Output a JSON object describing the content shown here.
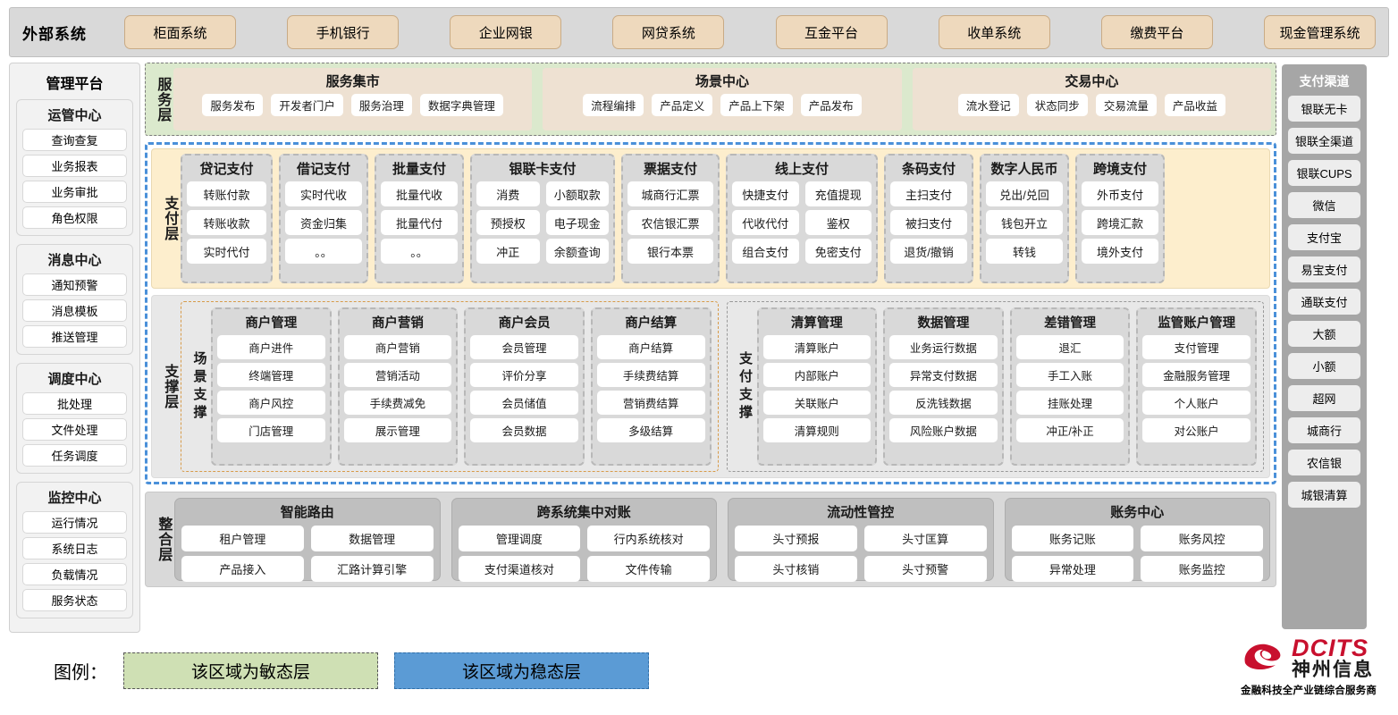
{
  "external_bar": {
    "title": "外部系统",
    "items": [
      "柜面系统",
      "手机银行",
      "企业网银",
      "网贷系统",
      "互金平台",
      "收单系统",
      "缴费平台",
      "现金管理系统"
    ]
  },
  "left_sidebar": {
    "title": "管理平台",
    "groups": [
      {
        "title": "运管中心",
        "items": [
          "查询查复",
          "业务报表",
          "业务审批",
          "角色权限"
        ]
      },
      {
        "title": "消息中心",
        "items": [
          "通知预警",
          "消息模板",
          "推送管理"
        ]
      },
      {
        "title": "调度中心",
        "items": [
          "批处理",
          "文件处理",
          "任务调度"
        ]
      },
      {
        "title": "监控中心",
        "items": [
          "运行情况",
          "系统日志",
          "负载情况",
          "服务状态"
        ]
      }
    ]
  },
  "right_sidebar": {
    "title": "支付渠道",
    "items": [
      "银联无卡",
      "银联全渠道",
      "银联CUPS",
      "微信",
      "支付宝",
      "易宝支付",
      "通联支付",
      "大额",
      "小额",
      "超网",
      "城商行",
      "农信银",
      "城银清算"
    ]
  },
  "service_layer": {
    "label": "服务层",
    "cards": [
      {
        "title": "服务集市",
        "items": [
          "服务发布",
          "开发者门户",
          "服务治理",
          "数据字典管理"
        ]
      },
      {
        "title": "场景中心",
        "items": [
          "流程编排",
          "产品定义",
          "产品上下架",
          "产品发布"
        ]
      },
      {
        "title": "交易中心",
        "items": [
          "流水登记",
          "状态同步",
          "交易流量",
          "产品收益"
        ]
      }
    ]
  },
  "payment_layer": {
    "label": "支付层",
    "groups": [
      {
        "title": "贷记支付",
        "cols": 1,
        "items": [
          "转账付款",
          "转账收款",
          "实时代付"
        ]
      },
      {
        "title": "借记支付",
        "cols": 1,
        "items": [
          "实时代收",
          "资金归集",
          "。。"
        ]
      },
      {
        "title": "批量支付",
        "cols": 1,
        "items": [
          "批量代收",
          "批量代付",
          "。。"
        ]
      },
      {
        "title": "银联卡支付",
        "cols": 2,
        "items": [
          "消费",
          "小额取款",
          "预授权",
          "电子现金",
          "冲正",
          "余额查询"
        ]
      },
      {
        "title": "票据支付",
        "cols": 1,
        "items": [
          "城商行汇票",
          "农信银汇票",
          "银行本票"
        ]
      },
      {
        "title": "线上支付",
        "cols": 2,
        "items": [
          "快捷支付",
          "充值提现",
          "代收代付",
          "鉴权",
          "组合支付",
          "免密支付"
        ]
      },
      {
        "title": "条码支付",
        "cols": 1,
        "items": [
          "主扫支付",
          "被扫支付",
          "退货/撤销"
        ]
      },
      {
        "title": "数字人民币",
        "cols": 1,
        "items": [
          "兑出/兑回",
          "钱包开立",
          "转钱"
        ]
      },
      {
        "title": "跨境支付",
        "cols": 1,
        "items": [
          "外币支付",
          "跨境汇款",
          "境外支付"
        ]
      }
    ]
  },
  "support_layer": {
    "label": "支撑层",
    "panels": [
      {
        "label": "场景支撑",
        "columns": [
          {
            "title": "商户管理",
            "items": [
              "商户进件",
              "终端管理",
              "商户风控",
              "门店管理"
            ]
          },
          {
            "title": "商户营销",
            "items": [
              "商户营销",
              "营销活动",
              "手续费减免",
              "展示管理"
            ]
          },
          {
            "title": "商户会员",
            "items": [
              "会员管理",
              "评价分享",
              "会员储值",
              "会员数据"
            ]
          },
          {
            "title": "商户结算",
            "items": [
              "商户结算",
              "手续费结算",
              "营销费结算",
              "多级结算"
            ]
          }
        ]
      },
      {
        "label": "支付支撑",
        "columns": [
          {
            "title": "清算管理",
            "items": [
              "清算账户",
              "内部账户",
              "关联账户",
              "清算规则"
            ]
          },
          {
            "title": "数据管理",
            "items": [
              "业务运行数据",
              "异常支付数据",
              "反洗钱数据",
              "风险账户数据"
            ]
          },
          {
            "title": "差错管理",
            "items": [
              "退汇",
              "手工入账",
              "挂账处理",
              "冲正/补正"
            ]
          },
          {
            "title": "监管账户管理",
            "items": [
              "支付管理",
              "金融服务管理",
              "个人账户",
              "对公账户"
            ]
          }
        ]
      }
    ]
  },
  "integration_layer": {
    "label": "整合层",
    "cards": [
      {
        "title": "智能路由",
        "items": [
          "租户管理",
          "数据管理",
          "产品接入",
          "汇路计算引擎"
        ]
      },
      {
        "title": "跨系统集中对账",
        "items": [
          "管理调度",
          "行内系统核对",
          "支付渠道核对",
          "文件传输"
        ]
      },
      {
        "title": "流动性管控",
        "items": [
          "头寸预报",
          "头寸匡算",
          "头寸核销",
          "头寸预警"
        ]
      },
      {
        "title": "账务中心",
        "items": [
          "账务记账",
          "账务风控",
          "异常处理",
          "账务监控"
        ]
      }
    ]
  },
  "legend": {
    "label": "图例：",
    "agile": "该区域为敏态层",
    "stable": "该区域为稳态层",
    "agile_color": "#cfe0b4",
    "stable_color": "#5b9bd5"
  },
  "logo": {
    "brand": "DCITS",
    "brand_cn": "神州信息",
    "tagline": "金融科技全产业链综合服务商",
    "color": "#c8102e"
  }
}
